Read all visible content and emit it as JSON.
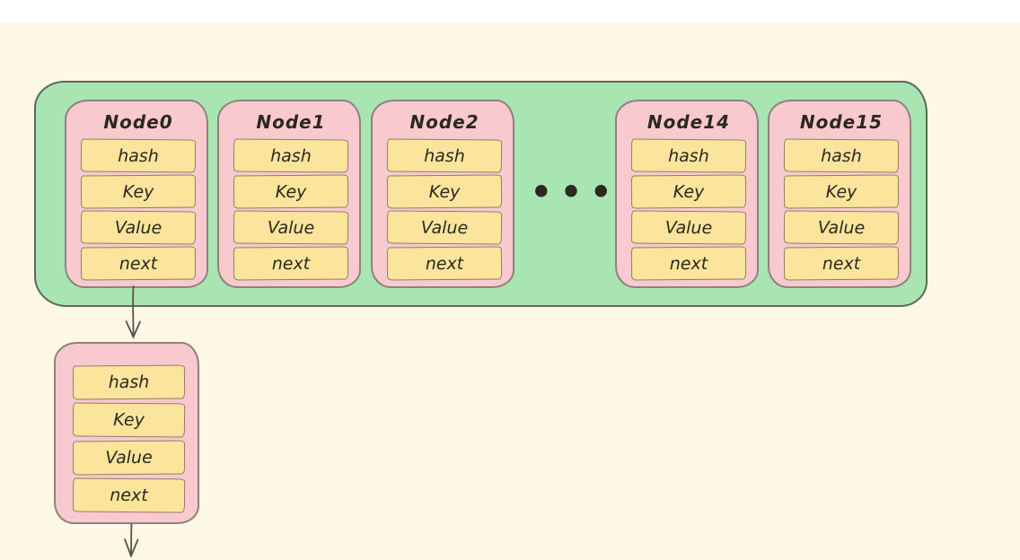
{
  "colors": {
    "page_bg": "#fdf8e6",
    "top_strip": "#ffffff",
    "bucket_fill": "#a9e5b2",
    "bucket_stroke": "#5c6a56",
    "node_fill": "#f9c9d0",
    "node_stroke": "#8d837b",
    "field_fill": "#fbe49b",
    "field_stroke": "#8c8162",
    "text": "#2b2820",
    "arrow": "#55534a"
  },
  "diagram": {
    "buckets": [
      {
        "title": "Node0",
        "fields": [
          "hash",
          "Key",
          "Value",
          "next"
        ]
      },
      {
        "title": "Node1",
        "fields": [
          "hash",
          "Key",
          "Value",
          "next"
        ]
      },
      {
        "title": "Node2",
        "fields": [
          "hash",
          "Key",
          "Value",
          "next"
        ]
      },
      {
        "title": "Node14",
        "fields": [
          "hash",
          "Key",
          "Value",
          "next"
        ]
      },
      {
        "title": "Node15",
        "fields": [
          "hash",
          "Key",
          "Value",
          "next"
        ]
      }
    ],
    "ellipsis": "•••",
    "chained_node": {
      "fields": [
        "hash",
        "Key",
        "Value",
        "next"
      ]
    }
  }
}
